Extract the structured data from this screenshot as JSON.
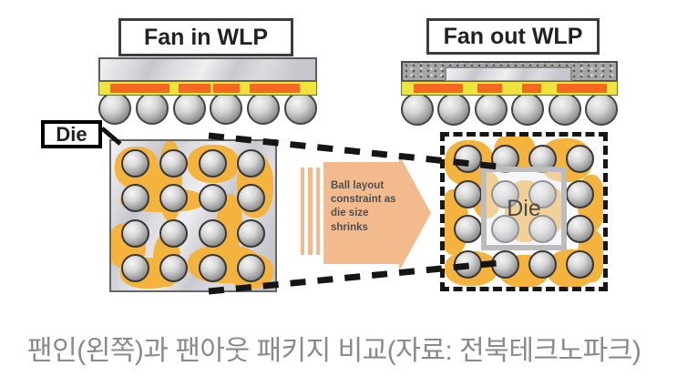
{
  "figure": {
    "fan_in": {
      "title": "Fan in WLP",
      "cross_section_ball_count": 6
    },
    "fan_out": {
      "title": "Fan out WLP",
      "cross_section_ball_count": 6
    },
    "die_callout_label": "Die",
    "fan_in_plan": {
      "ball_rows": 4,
      "ball_cols": 4,
      "ball_count": 16
    },
    "fan_out_plan": {
      "ball_rows": 4,
      "ball_cols": 4,
      "ball_count": 16,
      "die_label": "Die"
    },
    "arrow_note": "Ball layout\nconstraint as\ndie size\nshrinks",
    "colors": {
      "trace_orange": "#f2691f",
      "rdl_yellow": "#eee43c",
      "pad_amber": "#f4b33c",
      "arrow_peach": "#f3ba8e",
      "line_black": "#161616",
      "caption_gray": "#8a8a8a"
    }
  },
  "caption": "팬인(왼쪽)과 팬아웃 패키지 비교(자료: 전북테크노파크)"
}
